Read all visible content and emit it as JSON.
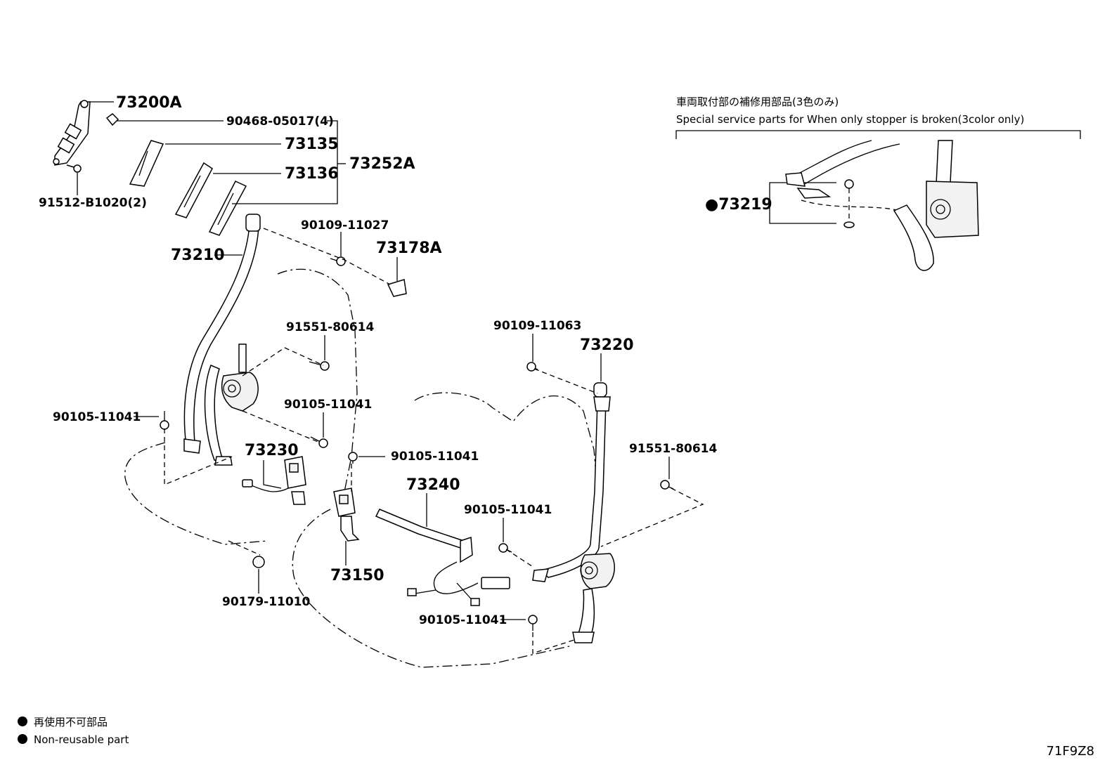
{
  "labels": {
    "p73200A": "73200A",
    "p90468": "90468-05017(4)",
    "p73135": "73135",
    "p73136": "73136",
    "p73252A": "73252A",
    "p91512": "91512-B1020(2)",
    "p73210": "73210",
    "p90109_11027": "90109-11027",
    "p73178A": "73178A",
    "p91551_a": "91551-80614",
    "p90105_a": "90105-11041",
    "p90105_b": "90105-11041",
    "p73230": "73230",
    "p90105_c": "90105-11041",
    "p73240": "73240",
    "p90105_d": "90105-11041",
    "p73150": "73150",
    "p90179": "90179-11010",
    "p90105_e": "90105-11041",
    "p90109_11063": "90109-11063",
    "p73220": "73220",
    "p91551_b": "91551-80614",
    "p73219": "●73219"
  },
  "service_note": {
    "jp": "車両取付部の補修用部品(3色のみ)",
    "en": "Special service parts for When only stopper is broken(3color only)"
  },
  "legend": {
    "jp": "再使用不可部品",
    "en": "Non-reusable part"
  },
  "figure_code": "71F9Z8"
}
